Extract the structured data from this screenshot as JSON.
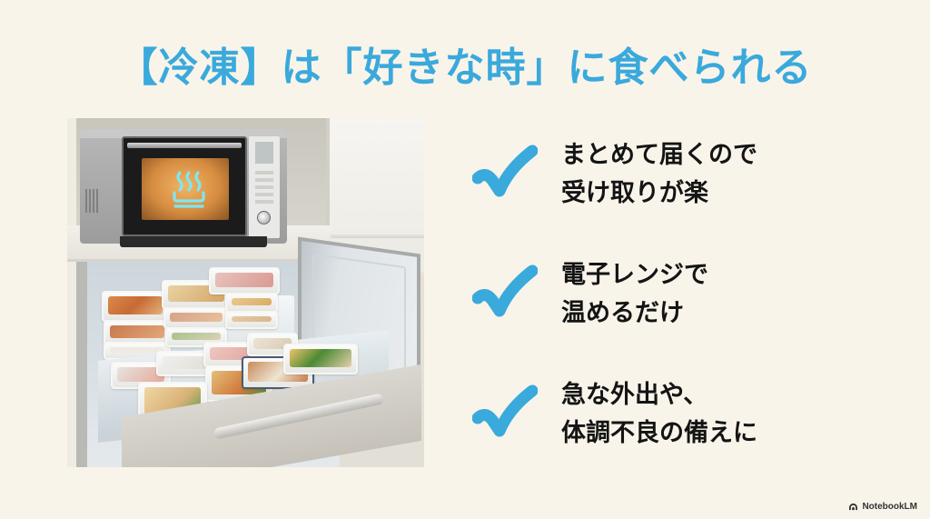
{
  "slide": {
    "title": "【冷凍】は「好きな時」に食べられる",
    "accent_color": "#3aa9dc",
    "text_color": "#141414",
    "background_color": "#f8f4ea"
  },
  "illustration": {
    "description": "Microwave on a shelf above an open freezer drawer filled with frozen meal containers",
    "microwave_icon": "steam-heat-icon"
  },
  "checklist": [
    {
      "icon": "checkmark-icon",
      "line1": "まとめて届くので",
      "line2": "受け取りが楽"
    },
    {
      "icon": "checkmark-icon",
      "line1": "電子レンジで",
      "line2": "温めるだけ"
    },
    {
      "icon": "checkmark-icon",
      "line1": "急な外出や、",
      "line2": "体調不良の備えに"
    }
  ],
  "footer": {
    "brand": "NotebookLM"
  }
}
